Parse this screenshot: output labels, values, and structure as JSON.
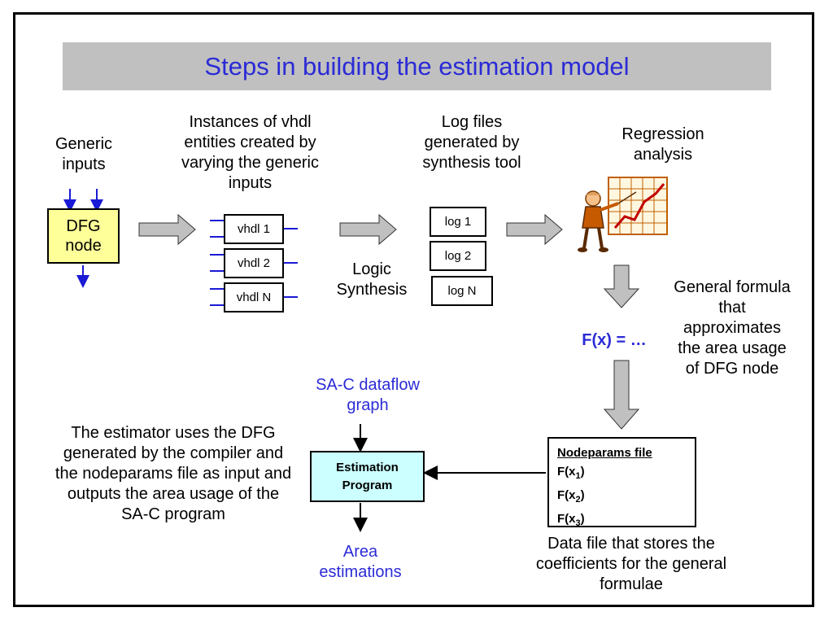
{
  "title": "Steps in building the estimation model",
  "labels": {
    "generic_inputs": "Generic inputs",
    "instances": "Instances of vhdl entities created by varying the generic inputs",
    "log_files": "Log files generated by synthesis tool",
    "regression": "Regression analysis",
    "logic_synthesis": "Logic Synthesis",
    "general_formula": "General formula that approximates the area usage of DFG node",
    "fx": "F(x) = …",
    "sac_graph": "SA-C dataflow graph",
    "estimator_desc": "The estimator uses the DFG generated by the compiler and the nodeparams file as input and outputs the area usage of the SA-C program",
    "area_estimations": "Area estimations",
    "data_file_desc": "Data file that stores the coefficients for the general formulae"
  },
  "dfg_node": "DFG node",
  "vhdl_boxes": [
    "vhdl 1",
    "vhdl 2",
    "vhdl N"
  ],
  "log_boxes": [
    "log 1",
    "log 2",
    "log N"
  ],
  "estimation_program": "Estimation Program",
  "nodeparams": {
    "header": "Nodeparams file",
    "entries": [
      {
        "f": "F(x",
        "sub": "1",
        "close": ")"
      },
      {
        "f": "F(x",
        "sub": "2",
        "close": ")"
      },
      {
        "f": "F(x",
        "sub": "3",
        "close": ")"
      }
    ]
  },
  "colors": {
    "title_text": "#2b2bd6",
    "title_bg": "#c0c0c0",
    "dfg_fill": "#ffff99",
    "estimation_fill": "#ccffff",
    "arrow_fill": "#c0c0c0",
    "line_blue": "#1a1ad6"
  },
  "icons": {
    "presenter": "person-pointing-at-chart-icon"
  }
}
